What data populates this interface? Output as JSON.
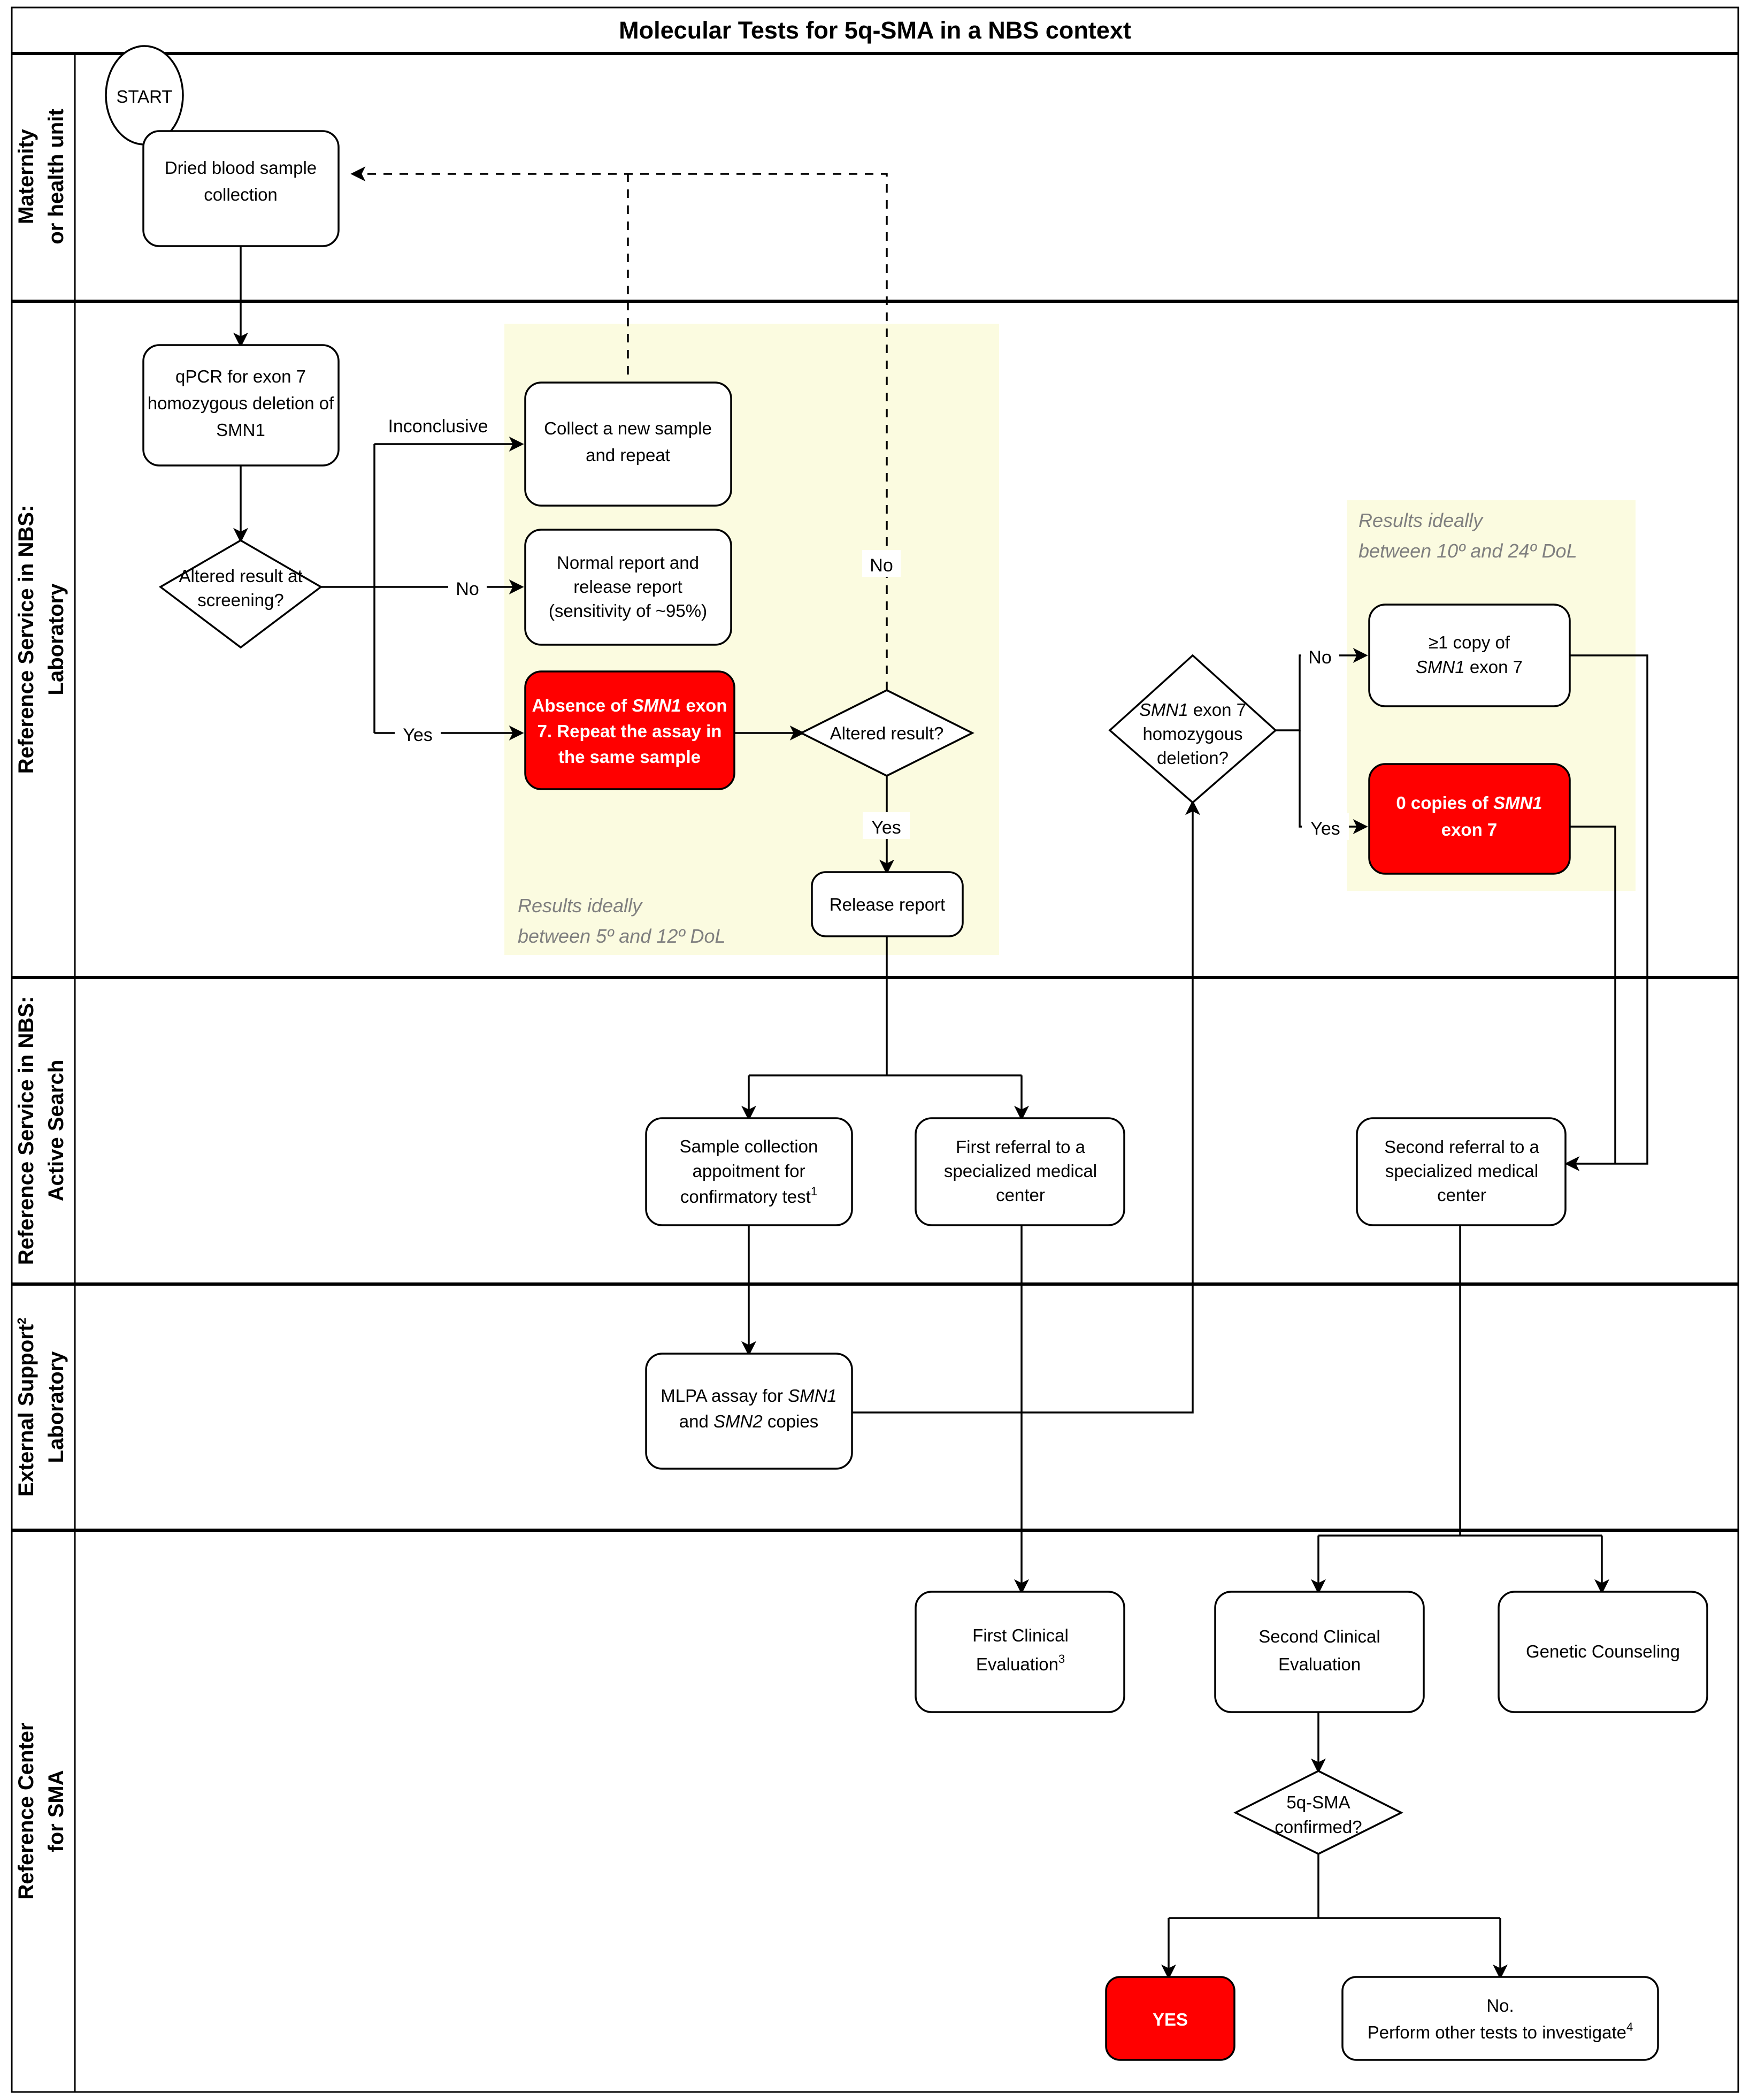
{
  "title": "Molecular Tests for 5q-SMA in a NBS context",
  "lanes": [
    {
      "id": "maternity",
      "label_line1": "Maternity",
      "label_line2": "or health unit"
    },
    {
      "id": "lab",
      "label_line1": "Reference Service in NBS:",
      "label_line2": "Laboratory"
    },
    {
      "id": "active_search",
      "label_line1": "Reference Service in NBS:",
      "label_line2": "Active Search"
    },
    {
      "id": "external_lab",
      "label_line1": "External Support",
      "label_line2": "Laboratory",
      "label_sup": "2"
    },
    {
      "id": "ref_center",
      "label_line1": "Reference Center",
      "label_line2": "for SMA"
    }
  ],
  "notes": [
    {
      "id": "note-lab-left",
      "line1": "Results ideally",
      "line2": "between 5º and 12º DoL"
    },
    {
      "id": "note-lab-right",
      "line1": "Results ideally",
      "line2": "between 10º and 24º DoL"
    }
  ],
  "nodes": {
    "start": {
      "label": "START"
    },
    "dried_blood": {
      "l1": "Dried blood sample",
      "l2": "collection"
    },
    "qpcr": {
      "l1": "qPCR for exon 7",
      "l2": "homozygous deletion of",
      "l3": "SMN1"
    },
    "altered_screening": {
      "l1": "Altered result at",
      "l2": "screening?"
    },
    "collect_new": {
      "l1": "Collect a new sample",
      "l2": "and repeat"
    },
    "normal_report": {
      "l1": "Normal report and",
      "l2": "release report",
      "l3": "(sensitivity of ~95%)"
    },
    "absence_smn1": {
      "l1a": "Absence of ",
      "l1b": "SMN1",
      "l1c": " exon",
      "l2": "7. Repeat the assay in",
      "l3": "the same sample"
    },
    "altered_result": {
      "l1": "Altered result?"
    },
    "release_report": {
      "l1": "Release report"
    },
    "smn1_homozygous": {
      "l1a": "SMN1",
      "l1b": " exon 7",
      "l2": "homozygous",
      "l3": "deletion?"
    },
    "one_copy": {
      "l1": "≥1 copy of",
      "l2a": "SMN1",
      "l2b": " exon 7"
    },
    "zero_copies": {
      "l1a": "0 copies of ",
      "l1b": "SMN1",
      "l2": "exon 7"
    },
    "sample_collection": {
      "l1": "Sample collection",
      "l2": "appoitment for",
      "l3": "confirmatory test",
      "sup": "1"
    },
    "first_referral": {
      "l1": "First referral to a",
      "l2": "specialized medical",
      "l3": "center"
    },
    "second_referral": {
      "l1": "Second referral to a",
      "l2": "specialized medical",
      "l3": "center"
    },
    "mlpa": {
      "l1a": "MLPA assay for ",
      "l1b": "SMN1",
      "l2a": "and ",
      "l2b": "SMN2",
      "l2c": " copies"
    },
    "first_clinical": {
      "l1": "First Clinical",
      "l2": "Evaluation",
      "sup": "3"
    },
    "second_clinical": {
      "l1": "Second Clinical",
      "l2": "Evaluation"
    },
    "genetic_counseling": {
      "l1": "Genetic Counseling"
    },
    "sma_confirmed": {
      "l1": "5q-SMA",
      "l2": "confirmed?"
    },
    "yes_box": {
      "l1": "YES"
    },
    "no_box": {
      "l1": "No.",
      "l2": "Perform other tests to investigate",
      "sup": "4"
    }
  },
  "edge_labels": {
    "inconclusive": "Inconclusive",
    "screening_no": "No",
    "screening_yes": "Yes",
    "altered_no": "No",
    "altered_yes": "Yes",
    "homo_no": "No",
    "homo_yes": "Yes"
  },
  "colors": {
    "alert_red": "#FF0000",
    "highlight_yellow": "#FBFBE0",
    "note_gray": "#7F7F7F",
    "stroke": "#000000"
  }
}
